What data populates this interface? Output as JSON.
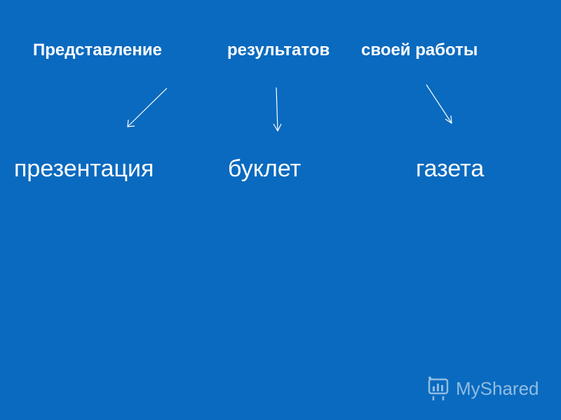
{
  "title": {
    "word1": "Представление",
    "word2": "результатов",
    "word3": "своей работы"
  },
  "items": [
    {
      "label": "презентация"
    },
    {
      "label": "буклет"
    },
    {
      "label": "газета"
    }
  ],
  "watermark": {
    "text": "MyShared",
    "icon": "presentation-board-icon"
  },
  "colors": {
    "background": "#0a6abf",
    "text": "#ffffff"
  }
}
